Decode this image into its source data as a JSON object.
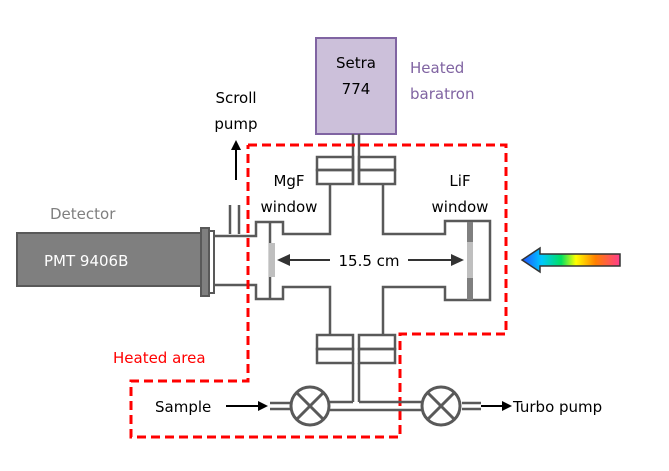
{
  "diagram": {
    "title": "",
    "components": {
      "baratron": {
        "line1": "Setra",
        "line2": "774",
        "note_line1": "Heated",
        "note_line2": "baratron"
      },
      "scroll_pump": {
        "line1": "Scroll",
        "line2": "pump"
      },
      "detector": {
        "label": "Detector",
        "device": "PMT 9406B"
      },
      "mgf_window": {
        "line1": "MgF",
        "line2": "window"
      },
      "lif_window": {
        "line1": "LiF",
        "line2": "window"
      },
      "path_length": "15.5 cm",
      "heated_area": "Heated area",
      "sample": "Sample",
      "turbo_pump": "Turbo pump"
    },
    "colors": {
      "heated_area": "#ff0000",
      "baratron_fill": "#ccc0da",
      "baratron_border": "#8064a2",
      "detector_fill": "#7f7f7f",
      "pipework": "#595959",
      "light_beam_gradient": [
        "#1f4fff",
        "#00c8ff",
        "#00e060",
        "#ffff00",
        "#ff7f00",
        "#ff3c8c"
      ]
    }
  }
}
